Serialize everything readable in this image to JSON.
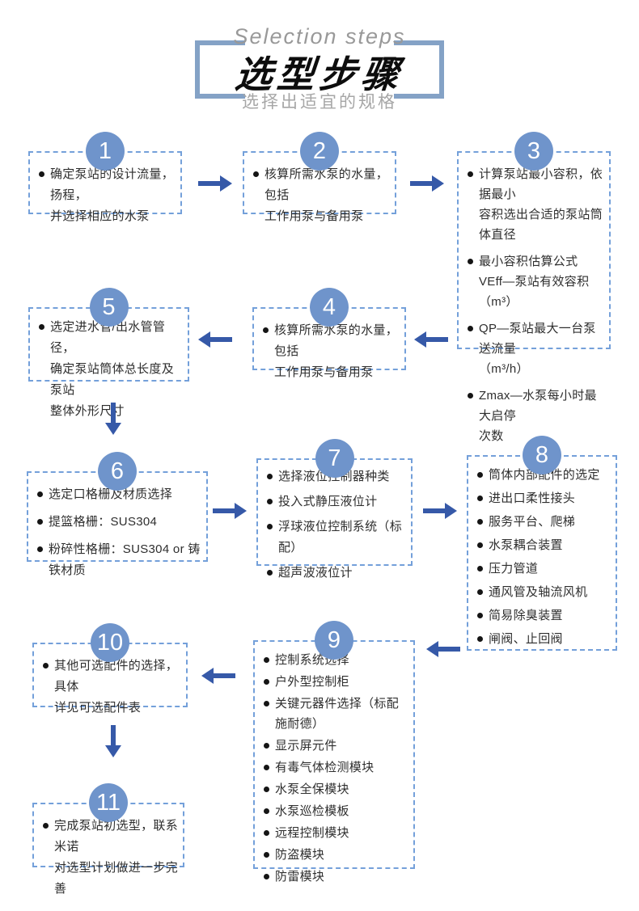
{
  "header": {
    "title_en": "Selection steps",
    "title_zh": "选型步骤",
    "subtitle": "选择出适宜的规格"
  },
  "colors": {
    "circle": "#6F94CB",
    "box_border": "#74A0DA",
    "arrow": "#3659A8",
    "bracket": "#84A2C6",
    "heading_gray": "#999999",
    "subtitle_gray": "#A6A6A6",
    "text": "#2E2E2E"
  },
  "icons": {
    "bullet": "black-dot-icon",
    "arrow_right": "arrow-right-icon",
    "arrow_left": "arrow-left-icon",
    "arrow_down": "arrow-down-icon"
  },
  "steps": [
    {
      "number": "1",
      "items": [
        "确定泵站的设计流量，扬程，\n并选择相应的水泵"
      ]
    },
    {
      "number": "2",
      "items": [
        "核算所需水泵的水量，包括\n工作用泵与备用泵"
      ]
    },
    {
      "number": "3",
      "items": [
        "计算泵站最小容积，依据最小\n容积选出合适的泵站筒体直径",
        "最小容积估算公式\nVEff—泵站有效容积（m³）",
        "QP—泵站最大一台泵送流量\n（m³/h）",
        "Zmax—水泵每小时最大启停\n次数"
      ]
    },
    {
      "number": "4",
      "items": [
        "核算所需水泵的水量，包括\n工作用泵与备用泵"
      ]
    },
    {
      "number": "5",
      "items": [
        "选定进水管/出水管管径，\n确定泵站筒体总长度及泵站\n整体外形尺寸"
      ]
    },
    {
      "number": "6",
      "items": [
        "选定口格栅及材质选择",
        "提篮格栅：SUS304",
        "粉碎性格栅：SUS304 or 铸铁材质"
      ]
    },
    {
      "number": "7",
      "items": [
        "选择液位控制器种类",
        "投入式静压液位计",
        "浮球液位控制系统（标配）",
        "超声波液位计"
      ]
    },
    {
      "number": "8",
      "items": [
        "筒体内部配件的选定",
        "进出口柔性接头",
        "服务平台、爬梯",
        "水泵耦合装置",
        "压力管道",
        "通风管及轴流风机",
        "简易除臭装置",
        "闸阀、止回阀"
      ]
    },
    {
      "number": "9",
      "items": [
        "控制系统选择",
        "户外型控制柜",
        "关键元器件选择（标配施耐德）",
        "显示屏元件",
        "有毒气体检测模块",
        "水泵全保模块",
        "水泵巡检模板",
        "远程控制模块",
        "防盗模块",
        "防雷模块"
      ]
    },
    {
      "number": "10",
      "items": [
        "其他可选配件的选择，具体\n详见可选配件表"
      ]
    },
    {
      "number": "11",
      "items": [
        "完成泵站初选型，联系米诺\n对选型计划做进一步完善"
      ]
    }
  ]
}
